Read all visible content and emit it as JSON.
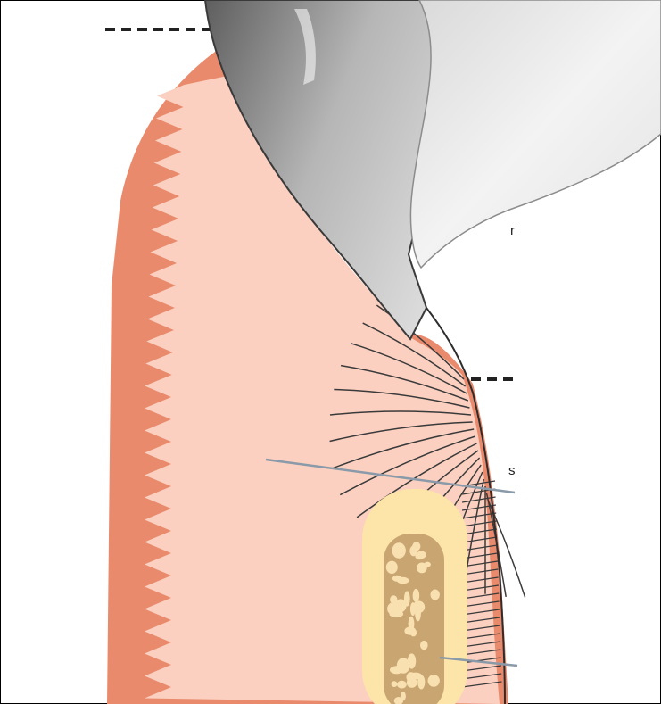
{
  "labels": {
    "right_fragment_upper": "r",
    "right_fragment_lower": "s"
  },
  "colors": {
    "background": "#ffffff",
    "gingiva_outer": "#e98a6c",
    "gingiva_inner": "#fbd0c0",
    "bone_cortex": "#fde4a8",
    "bone_trabecular": "#c9a571",
    "bone_marrow_space": "#f8e0b0",
    "tooth_dark": "#7a7a7a",
    "tooth_mid": "#c2c2c2",
    "crown_light": "#ededed",
    "fiber_line": "#3a3a3a",
    "guide_line": "#222222",
    "leader_line": "#8a9aa8"
  },
  "elements": {
    "dashed_guides": 2,
    "leader_lines": 2
  }
}
